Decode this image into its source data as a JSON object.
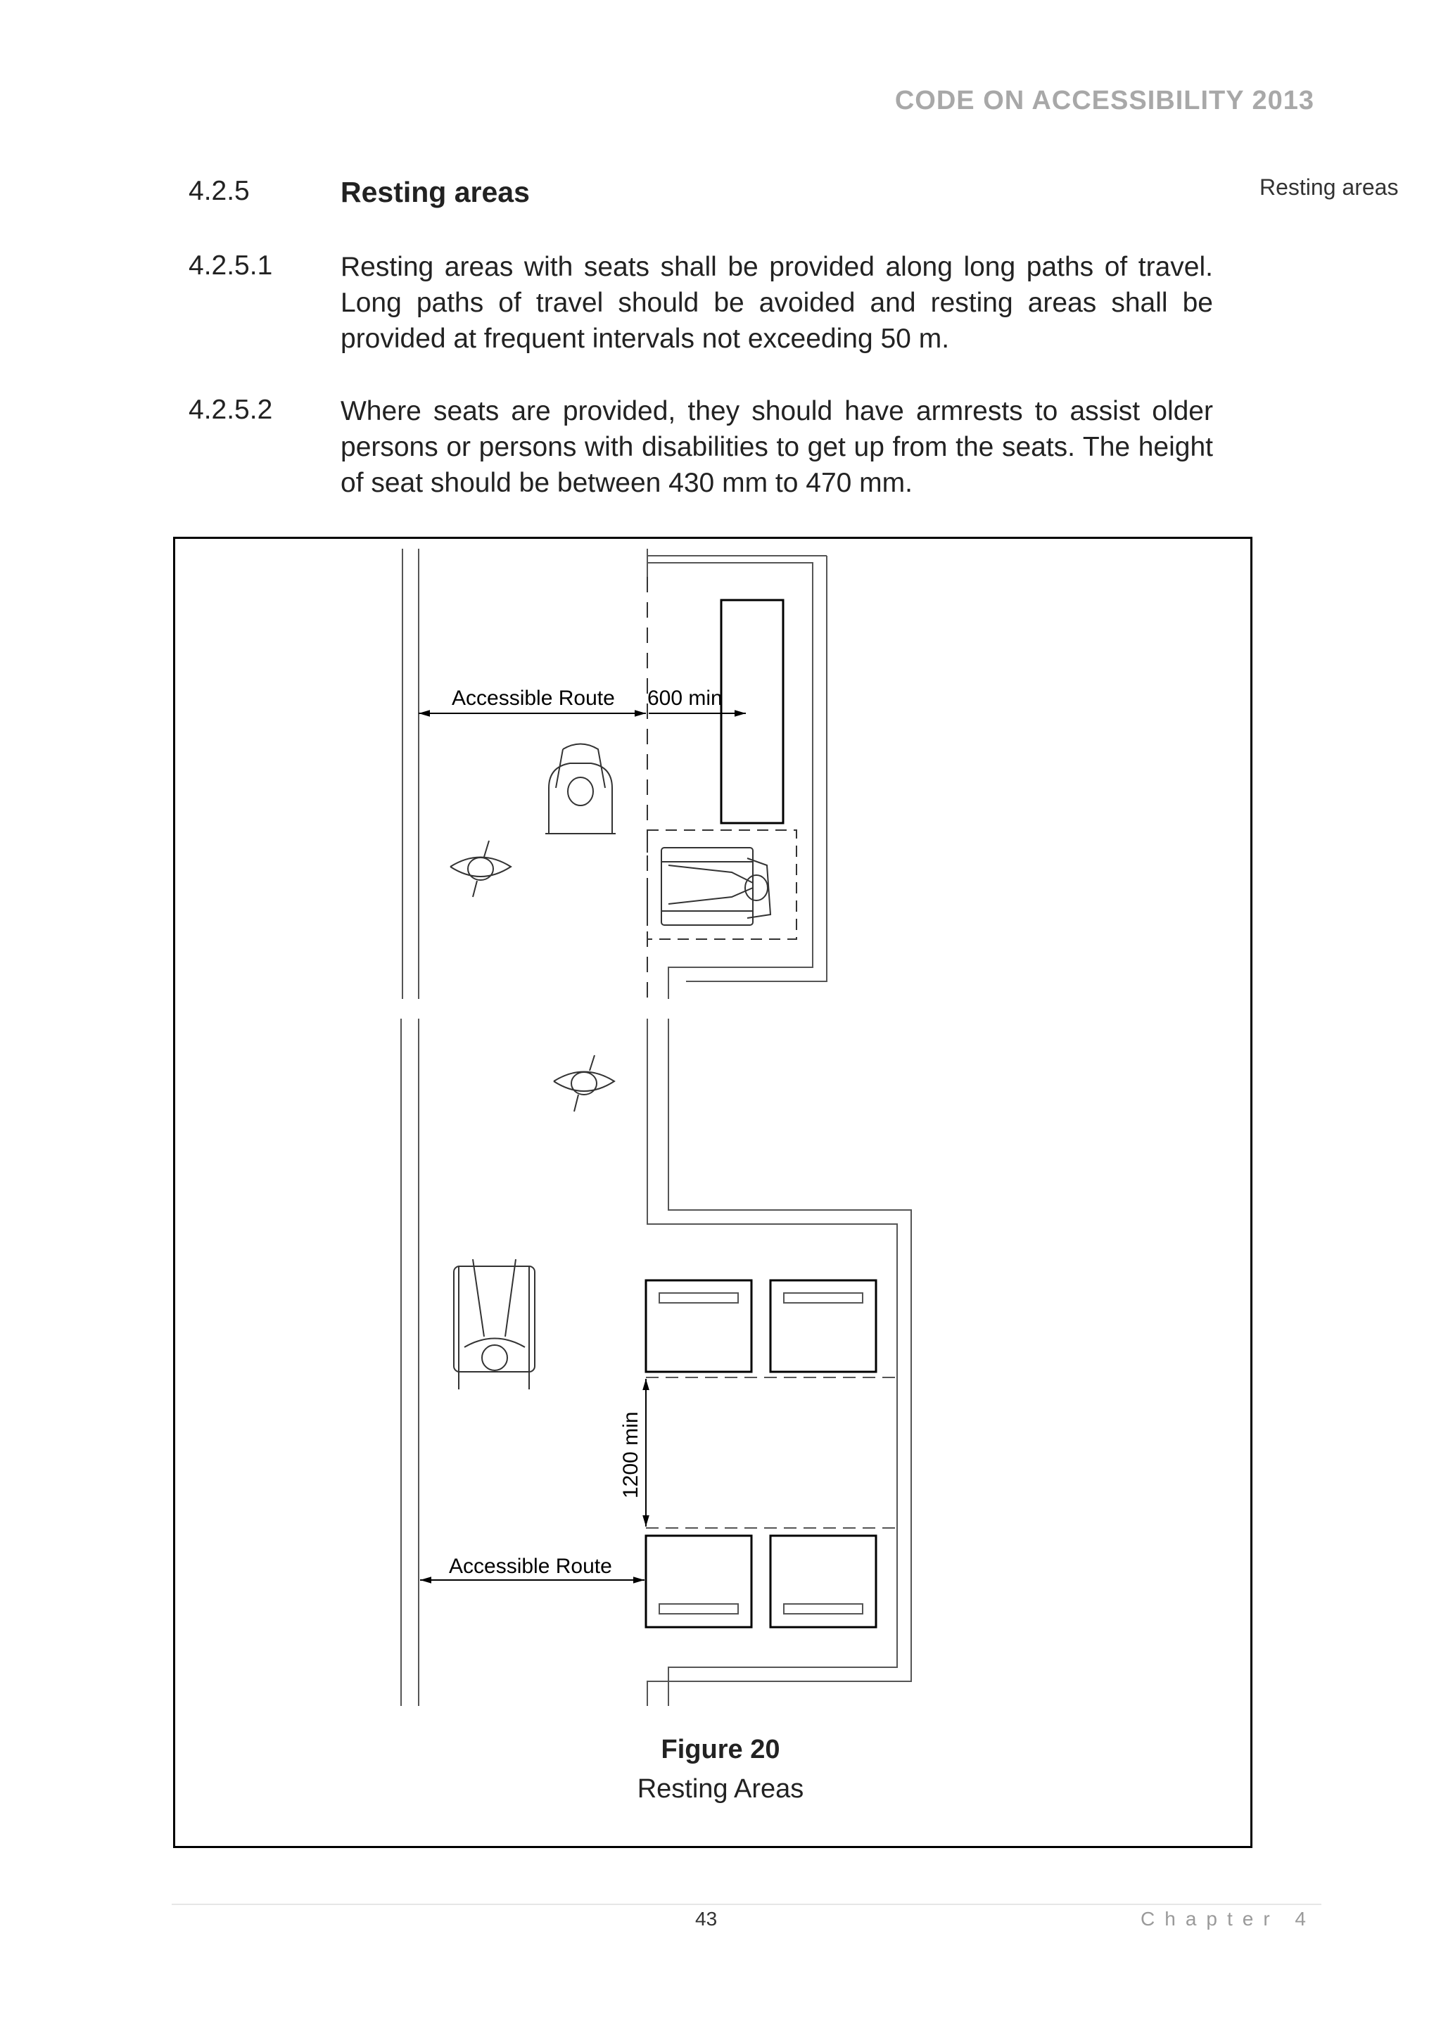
{
  "header": {
    "document_title": "CODE ON ACCESSIBILITY 2013"
  },
  "margin_note": "Resting areas",
  "section": {
    "number": "4.2.5",
    "title": "Resting areas"
  },
  "clauses": [
    {
      "number": "4.2.5.1",
      "text": "Resting areas with seats shall be provided along long paths of travel. Long paths of travel should be avoided and resting areas shall be provided at frequent intervals not exceeding 50 m."
    },
    {
      "number": "4.2.5.2",
      "text": "Where seats are provided, they should have armrests to assist older persons or persons with disabilities to get up from the seats. The height of seat should be between 430 mm to 470 mm."
    }
  ],
  "figure": {
    "number": "Figure 20",
    "caption": "Resting Areas",
    "labels": {
      "route_top": "Accessible Route",
      "min_600": "600 min",
      "min_1200": "1200 min",
      "route_bottom": "Accessible Route"
    }
  },
  "footer": {
    "page_number": "43",
    "chapter": "Chapter 4"
  }
}
